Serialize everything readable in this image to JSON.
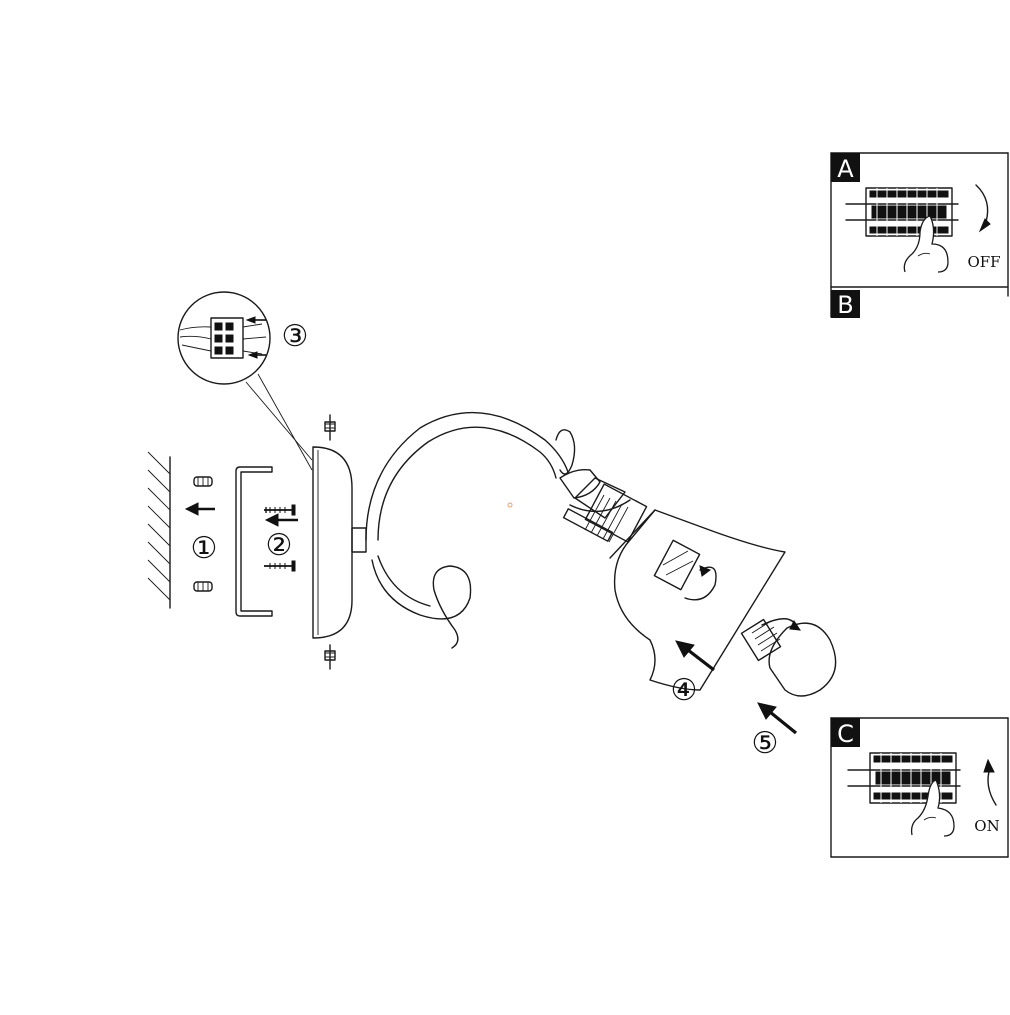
{
  "steps": {
    "s1": "①",
    "s2": "②",
    "s3": "③",
    "s4": "④",
    "s5": "⑤"
  },
  "panels": {
    "a_label": "A",
    "b_label": "B",
    "c_label": "C",
    "off_text": "OFF",
    "on_text": "ON"
  },
  "colors": {
    "line": "#1a1a1a",
    "label_bg": "#111111",
    "accent_dot": "#e8a070"
  },
  "icons": [
    "wall-hatch-icon",
    "screw-icon",
    "terminal-block-icon",
    "wall-lamp-icon",
    "light-bulb-icon",
    "circuit-breaker-icon",
    "hand-icon",
    "rotate-arrow-icon"
  ]
}
